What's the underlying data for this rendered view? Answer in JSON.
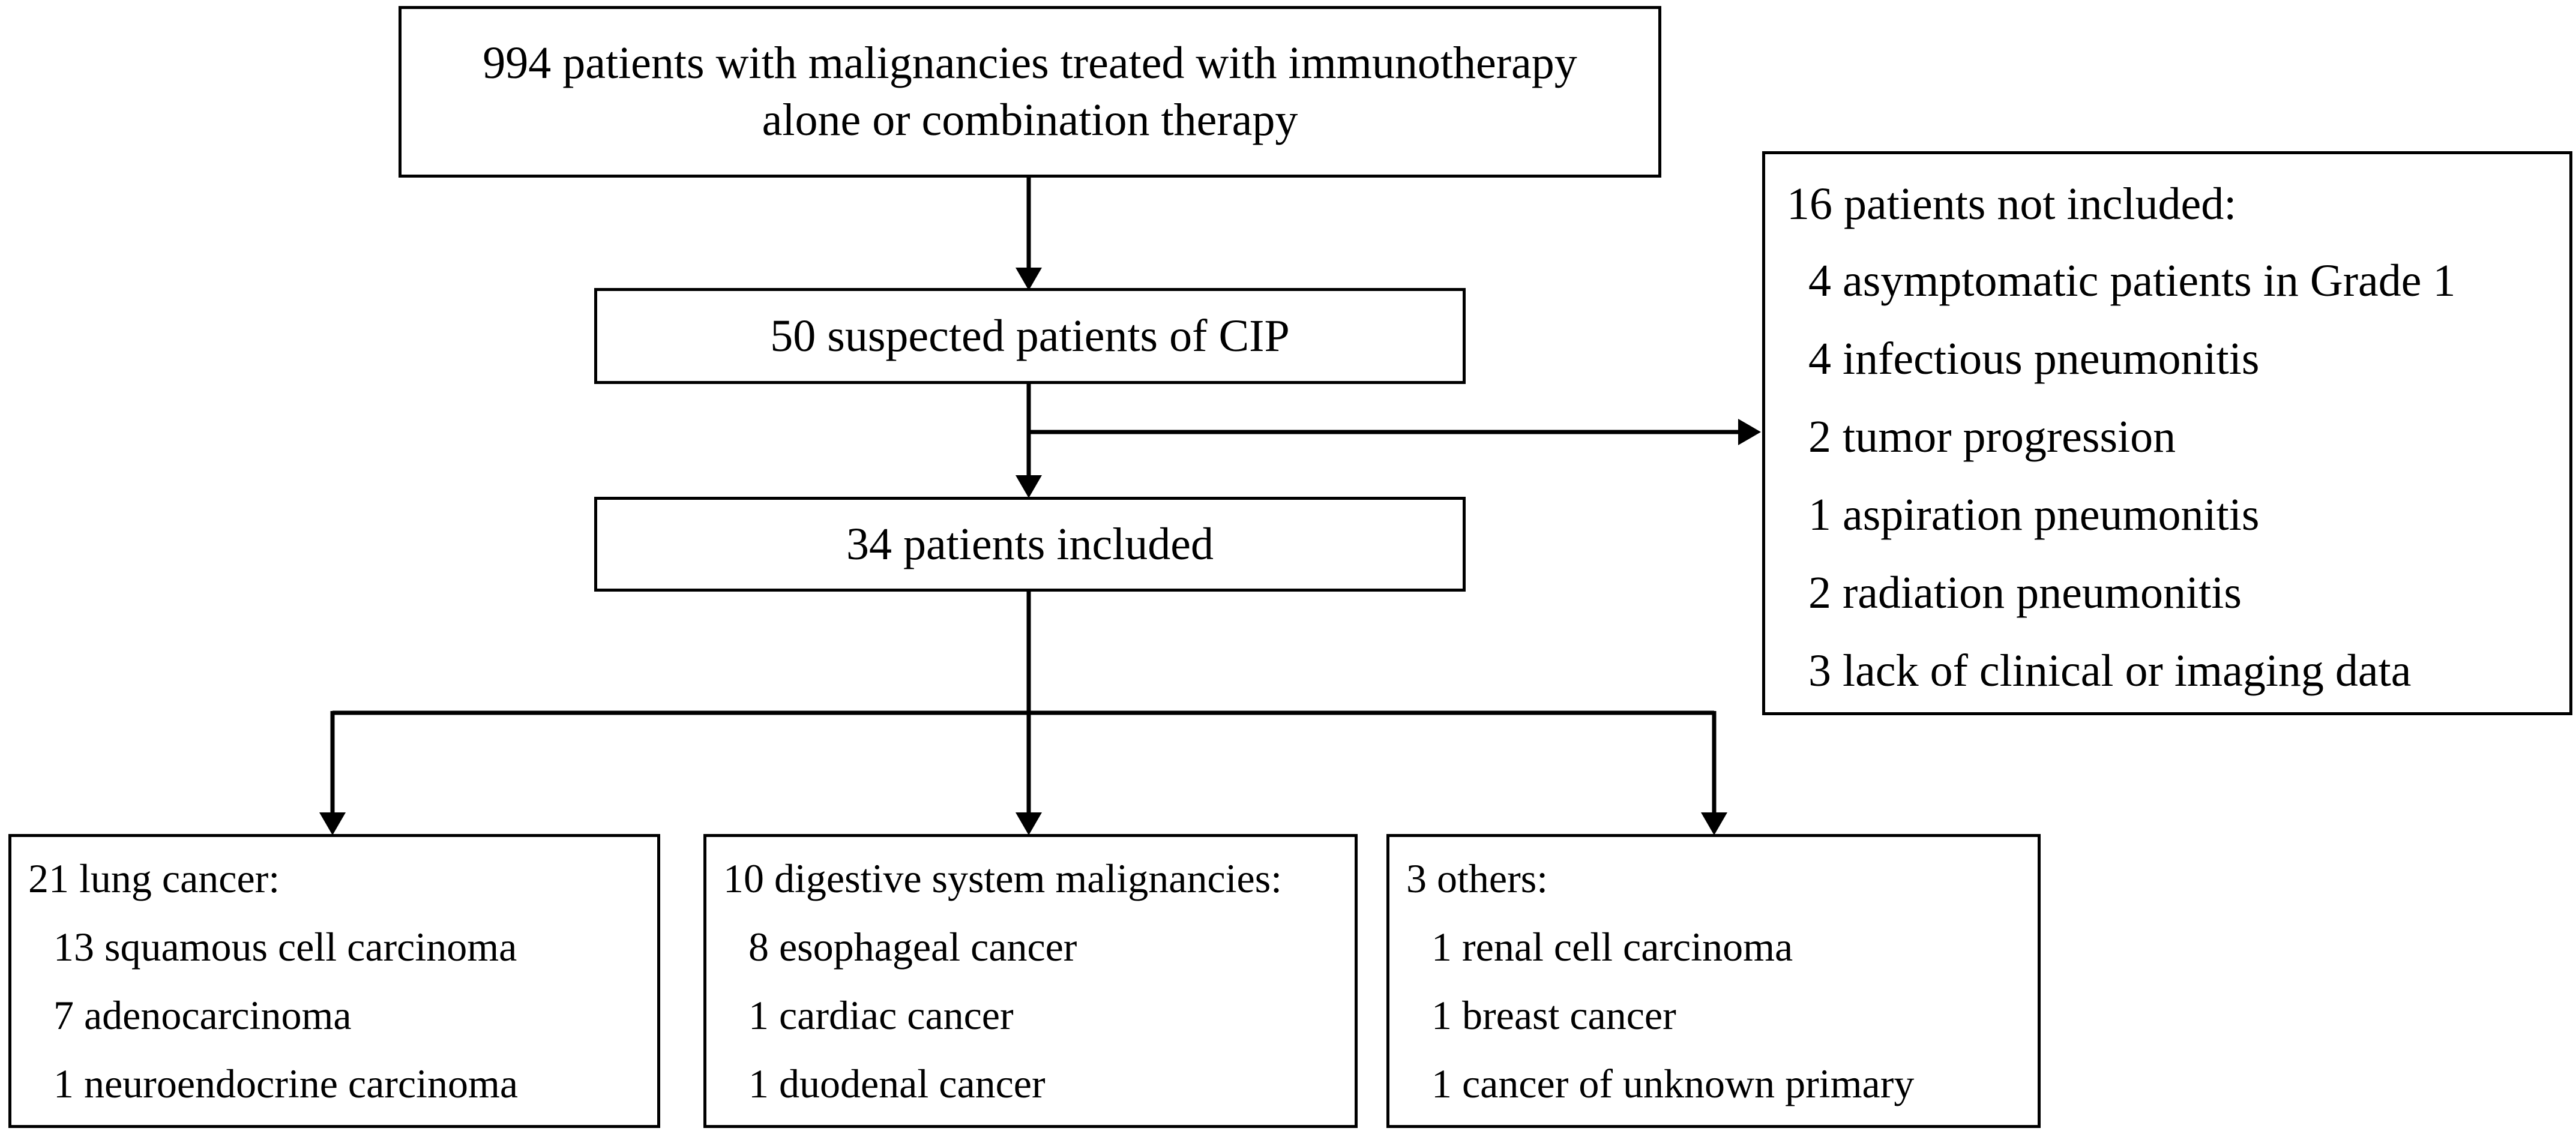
{
  "diagram": {
    "box_top": {
      "line1": "994 patients with malignancies treated with immunotherapy",
      "line2": "alone or combination therapy"
    },
    "box_suspected": {
      "text": "50 suspected patients of CIP"
    },
    "box_included": {
      "text": "34 patients included"
    },
    "box_excluded": {
      "title": "16 patients not included:",
      "items": [
        "4 asymptomatic patients in Grade 1",
        "4 infectious pneumonitis",
        "2 tumor progression",
        "1 aspiration pneumonitis",
        "2 radiation pneumonitis",
        "3 lack of clinical or imaging data"
      ]
    },
    "box_lung": {
      "title": "21 lung cancer:",
      "items": [
        "13 squamous cell carcinoma",
        "7 adenocarcinoma",
        "1 neuroendocrine carcinoma"
      ]
    },
    "box_digestive": {
      "title": "10 digestive system malignancies:",
      "items": [
        "8 esophageal cancer",
        "1 cardiac cancer",
        "1 duodenal cancer"
      ]
    },
    "box_others": {
      "title": "3 others:",
      "items": [
        "1 renal cell carcinoma",
        "1 breast cancer",
        "1 cancer of unknown primary"
      ]
    },
    "colors": {
      "line": "#000000",
      "background": "#ffffff",
      "text": "#000000"
    }
  }
}
